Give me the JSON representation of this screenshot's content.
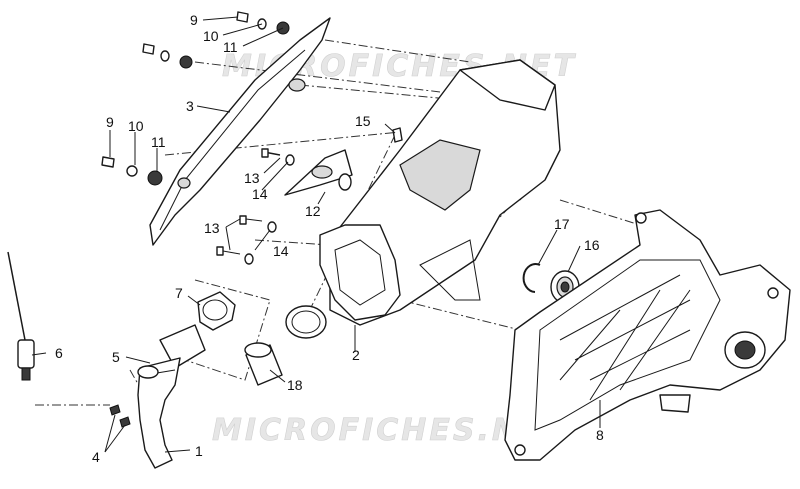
{
  "watermark": "MICROFICHES.NET",
  "callouts": {
    "n1": "1",
    "n2": "2",
    "n3": "3",
    "n4": "4",
    "n5": "5",
    "n6": "6",
    "n7": "7",
    "n8": "8",
    "n9a": "9",
    "n9b": "9",
    "n10a": "10",
    "n10b": "10",
    "n11a": "11",
    "n11b": "11",
    "n12": "12",
    "n13a": "13",
    "n13b": "13",
    "n14a": "14",
    "n14b": "14",
    "n15": "15",
    "n16": "16",
    "n17": "17",
    "n18": "18"
  }
}
